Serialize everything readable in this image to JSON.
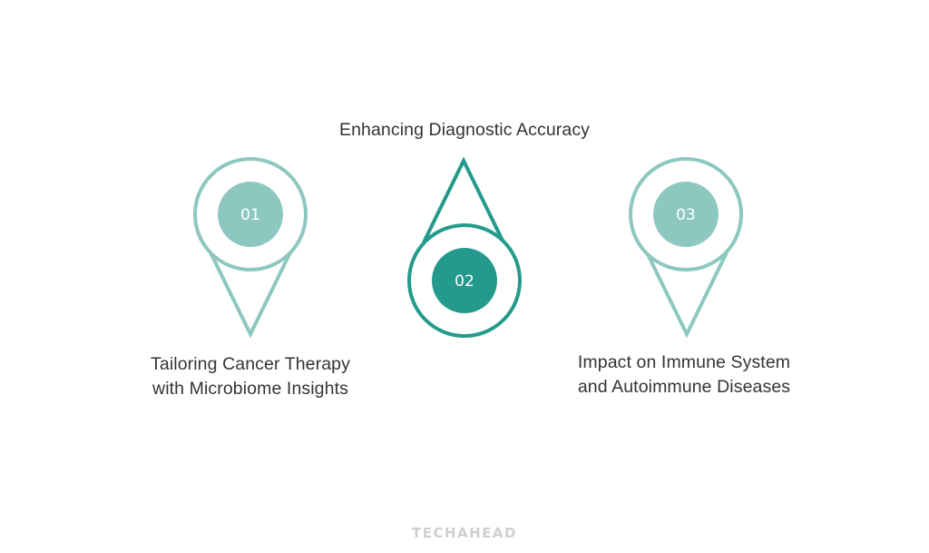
{
  "colors": {
    "light_teal": "#8dc8c0",
    "dark_teal": "#239a8b",
    "text": "#333333"
  },
  "steps": [
    {
      "number": "01",
      "lines": [
        "Tailoring Cancer Therapy",
        "with Microbiome Insights"
      ]
    },
    {
      "number": "02",
      "lines": [
        "Enhancing Diagnostic Accuracy"
      ]
    },
    {
      "number": "03",
      "lines": [
        "Impact on Immune System",
        "and Autoimmune Diseases"
      ]
    }
  ],
  "logo": "TECHAHEAD"
}
